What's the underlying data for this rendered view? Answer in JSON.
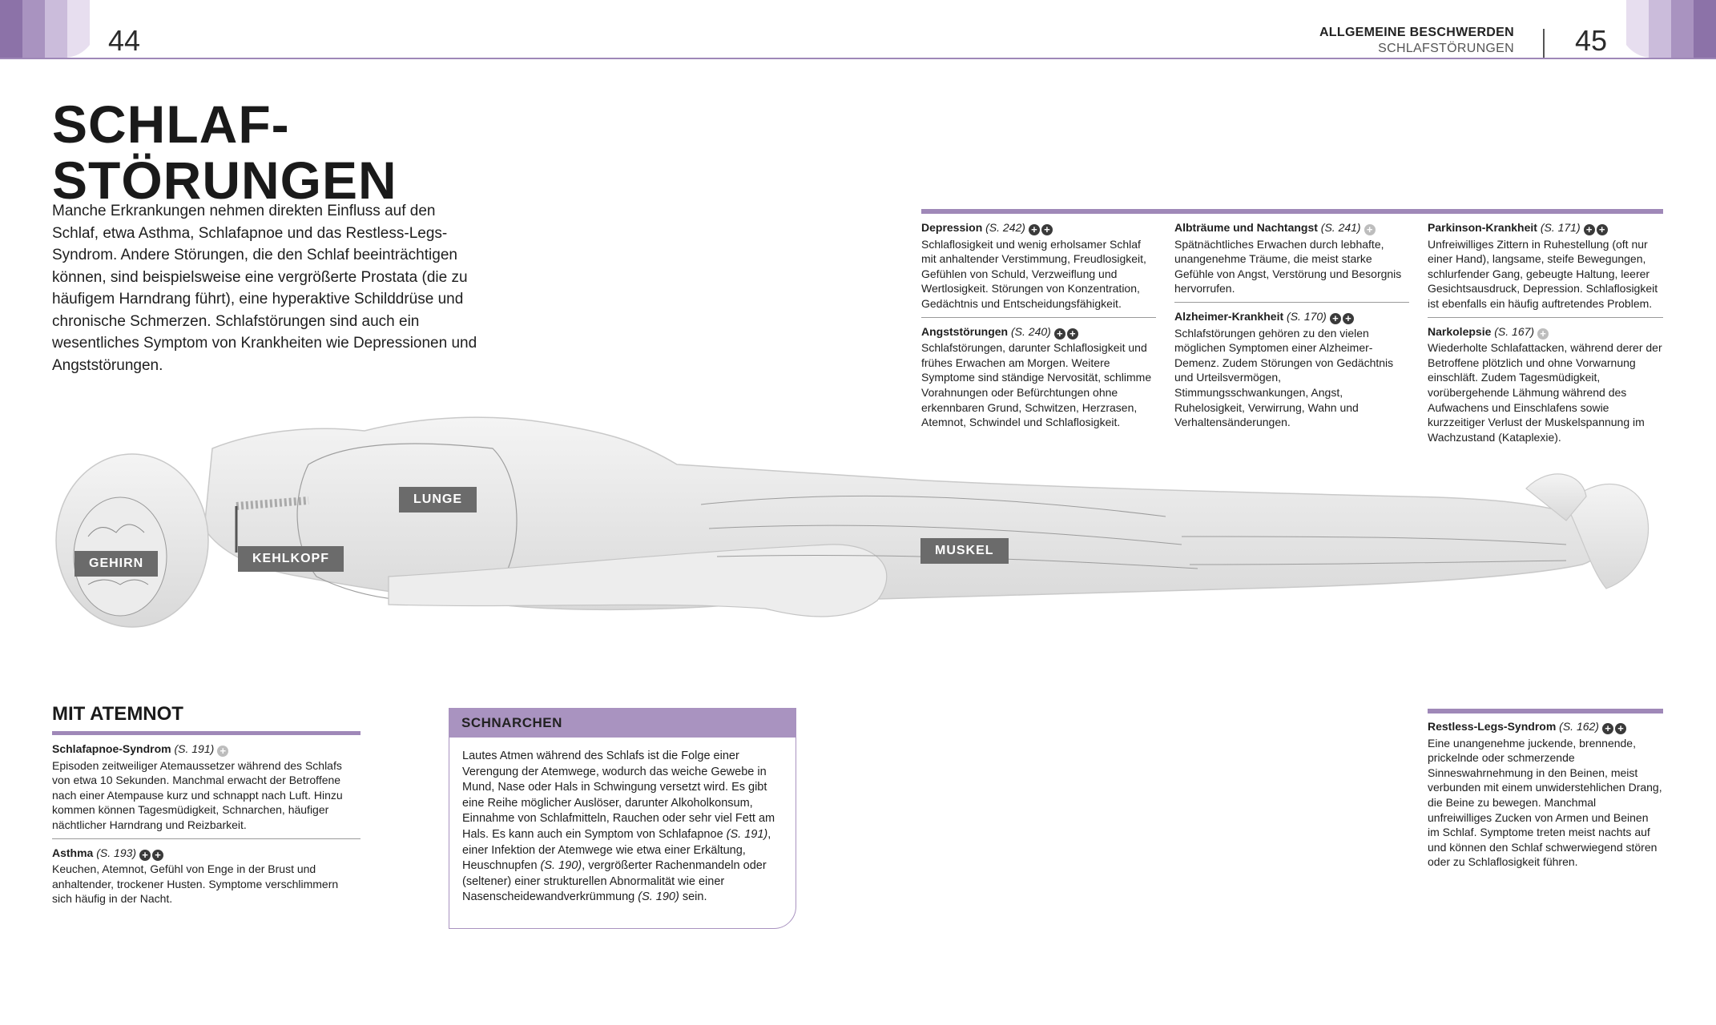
{
  "header": {
    "page_left": "44",
    "page_right": "45",
    "running_title": "ALLGEMEINE BESCHWERDEN",
    "running_subtitle": "SCHLAFSTÖRUNGEN"
  },
  "title": {
    "line1": "SCHLAF-",
    "line2": "STÖRUNGEN"
  },
  "intro": "Manche Erkrankungen nehmen direkten Einfluss auf den Schlaf, etwa Asthma, Schlafapnoe und das Restless-Legs-Syndrom. Andere Störungen, die den Schlaf beeinträchtigen können, sind beispielsweise eine vergrößerte Prostata (die zu häufigem Harndrang führt), eine hyperaktive Schilddrüse und chronische Schmerzen. Schlafstörungen sind auch ein wesentliches Symptom von Krankheiten wie Depressionen und Angststörungen.",
  "columns": [
    {
      "entries": [
        {
          "name": "Depression",
          "ref": "(S. 242)",
          "marks": [
            "dark",
            "dark"
          ],
          "text": "Schlaflosigkeit und wenig erholsamer Schlaf mit anhaltender Verstimmung, Freudlosigkeit, Gefühlen von Schuld, Verzweiflung und Wertlosigkeit. Störungen von Konzentration, Gedächtnis und Entscheidungsfähigkeit."
        },
        {
          "name": "Angststörungen",
          "ref": "(S. 240)",
          "marks": [
            "dark",
            "dark"
          ],
          "text": "Schlafstörungen, darunter Schlaflosigkeit und frühes Erwachen am Morgen. Weitere Symptome sind ständige Nervosität, schlimme Vorahnungen oder Befürchtungen ohne erkennbaren Grund, Schwitzen, Herzrasen, Atemnot, Schwindel und Schlaflosigkeit."
        }
      ]
    },
    {
      "entries": [
        {
          "name": "Albträume und Nachtangst",
          "ref": "(S. 241)",
          "marks": [
            "light"
          ],
          "text": "Spätnächtliches Erwachen durch lebhafte, unangenehme Träume, die meist starke Gefühle von Angst, Verstörung und Besorgnis hervorrufen."
        },
        {
          "name": "Alzheimer-Krankheit",
          "ref": "(S. 170)",
          "marks": [
            "dark",
            "dark"
          ],
          "text": "Schlafstörungen gehören zu den vielen möglichen Symptomen einer Alzheimer-Demenz. Zudem Störungen von Gedächtnis und Urteilsvermögen, Stimmungsschwankungen, Angst, Ruhelosigkeit, Verwirrung, Wahn und Verhaltensänderungen."
        }
      ]
    },
    {
      "entries": [
        {
          "name": "Parkinson-Krankheit",
          "ref": "(S. 171)",
          "marks": [
            "dark",
            "dark"
          ],
          "text": "Unfreiwilliges Zittern in Ruhestellung (oft nur einer Hand), langsame, steife Bewegungen, schlurfender Gang, gebeugte Haltung, leerer Gesichtsausdruck, Depression. Schlaflosigkeit ist ebenfalls ein häufig auftretendes Problem."
        },
        {
          "name": "Narkolepsie",
          "ref": "(S. 167)",
          "marks": [
            "light"
          ],
          "text": "Wiederholte Schlafattacken, während derer der Betroffene plötzlich und ohne Vorwarnung einschläft. Zudem Tagesmüdigkeit, vorübergehende Lähmung während des Aufwachens und Einschlafens sowie kurzzeitiger Verlust der Muskelspannung im Wachzustand (Kataplexie)."
        }
      ]
    }
  ],
  "labels": {
    "gehirn": "GEHIRN",
    "kehlkopf": "KEHLKOPF",
    "lunge": "LUNGE",
    "muskel": "MUSKEL"
  },
  "atemnot": {
    "title": "MIT ATEMNOT",
    "entries": [
      {
        "name": "Schlafapnoe-Syndrom",
        "ref": "(S. 191)",
        "marks": [
          "light"
        ],
        "text": "Episoden zeitweiliger Atemaussetzer während des Schlafs von etwa 10 Sekunden. Manchmal erwacht der Betroffene nach einer Atempause kurz und schnappt nach Luft. Hinzu kommen können Tagesmüdigkeit, Schnarchen, häufiger nächtlicher Harndrang und Reizbarkeit."
      },
      {
        "name": "Asthma",
        "ref": "(S. 193)",
        "marks": [
          "dark",
          "dark"
        ],
        "text": "Keuchen, Atemnot, Gefühl von Enge in der Brust und anhaltender, trockener Husten. Symptome verschlimmern sich häufig in der Nacht."
      }
    ]
  },
  "schnarchen": {
    "title": "SCHNARCHEN",
    "t1": "Lautes Atmen während des Schlafs ist die Folge einer Verengung der Atemwege, wodurch das weiche Gewebe in Mund, Nase oder Hals in Schwingung versetzt wird. Es gibt eine Reihe möglicher Auslöser, darunter Alkoholkonsum, Einnahme von Schlafmitteln, Rauchen oder sehr viel Fett am Hals. Es kann auch ein Symptom von Schlafapnoe ",
    "r1": "(S. 191)",
    "t2": ", einer Infektion der Atemwege wie etwa einer Erkältung, Heuschnupfen ",
    "r2": "(S. 190)",
    "t3": ", vergrößerter Rachenmandeln oder (seltener) einer strukturellen Abnormalität wie einer Nasenscheidewandverkrümmung ",
    "r3": "(S. 190)",
    "t4": " sein."
  },
  "restless": {
    "name": "Restless-Legs-Syndrom",
    "ref": "(S. 162)",
    "marks": [
      "dark",
      "dark"
    ],
    "text": "Eine unangenehme juckende, brennende, prickelnde oder schmerzende Sinneswahrnehmung in den Beinen, meist verbunden mit einem unwiderstehlichen Drang, die Beine zu bewegen. Manchmal unfreiwilliges Zucken von Armen und Beinen im Schlaf. Symptome treten meist nachts auf und können den Schlaf schwerwiegend stören oder zu Schlaflosigkeit führen."
  },
  "colors": {
    "accent": "#9f88b8",
    "box_header": "#a993c0",
    "label_bg": "#6b6b6b"
  }
}
